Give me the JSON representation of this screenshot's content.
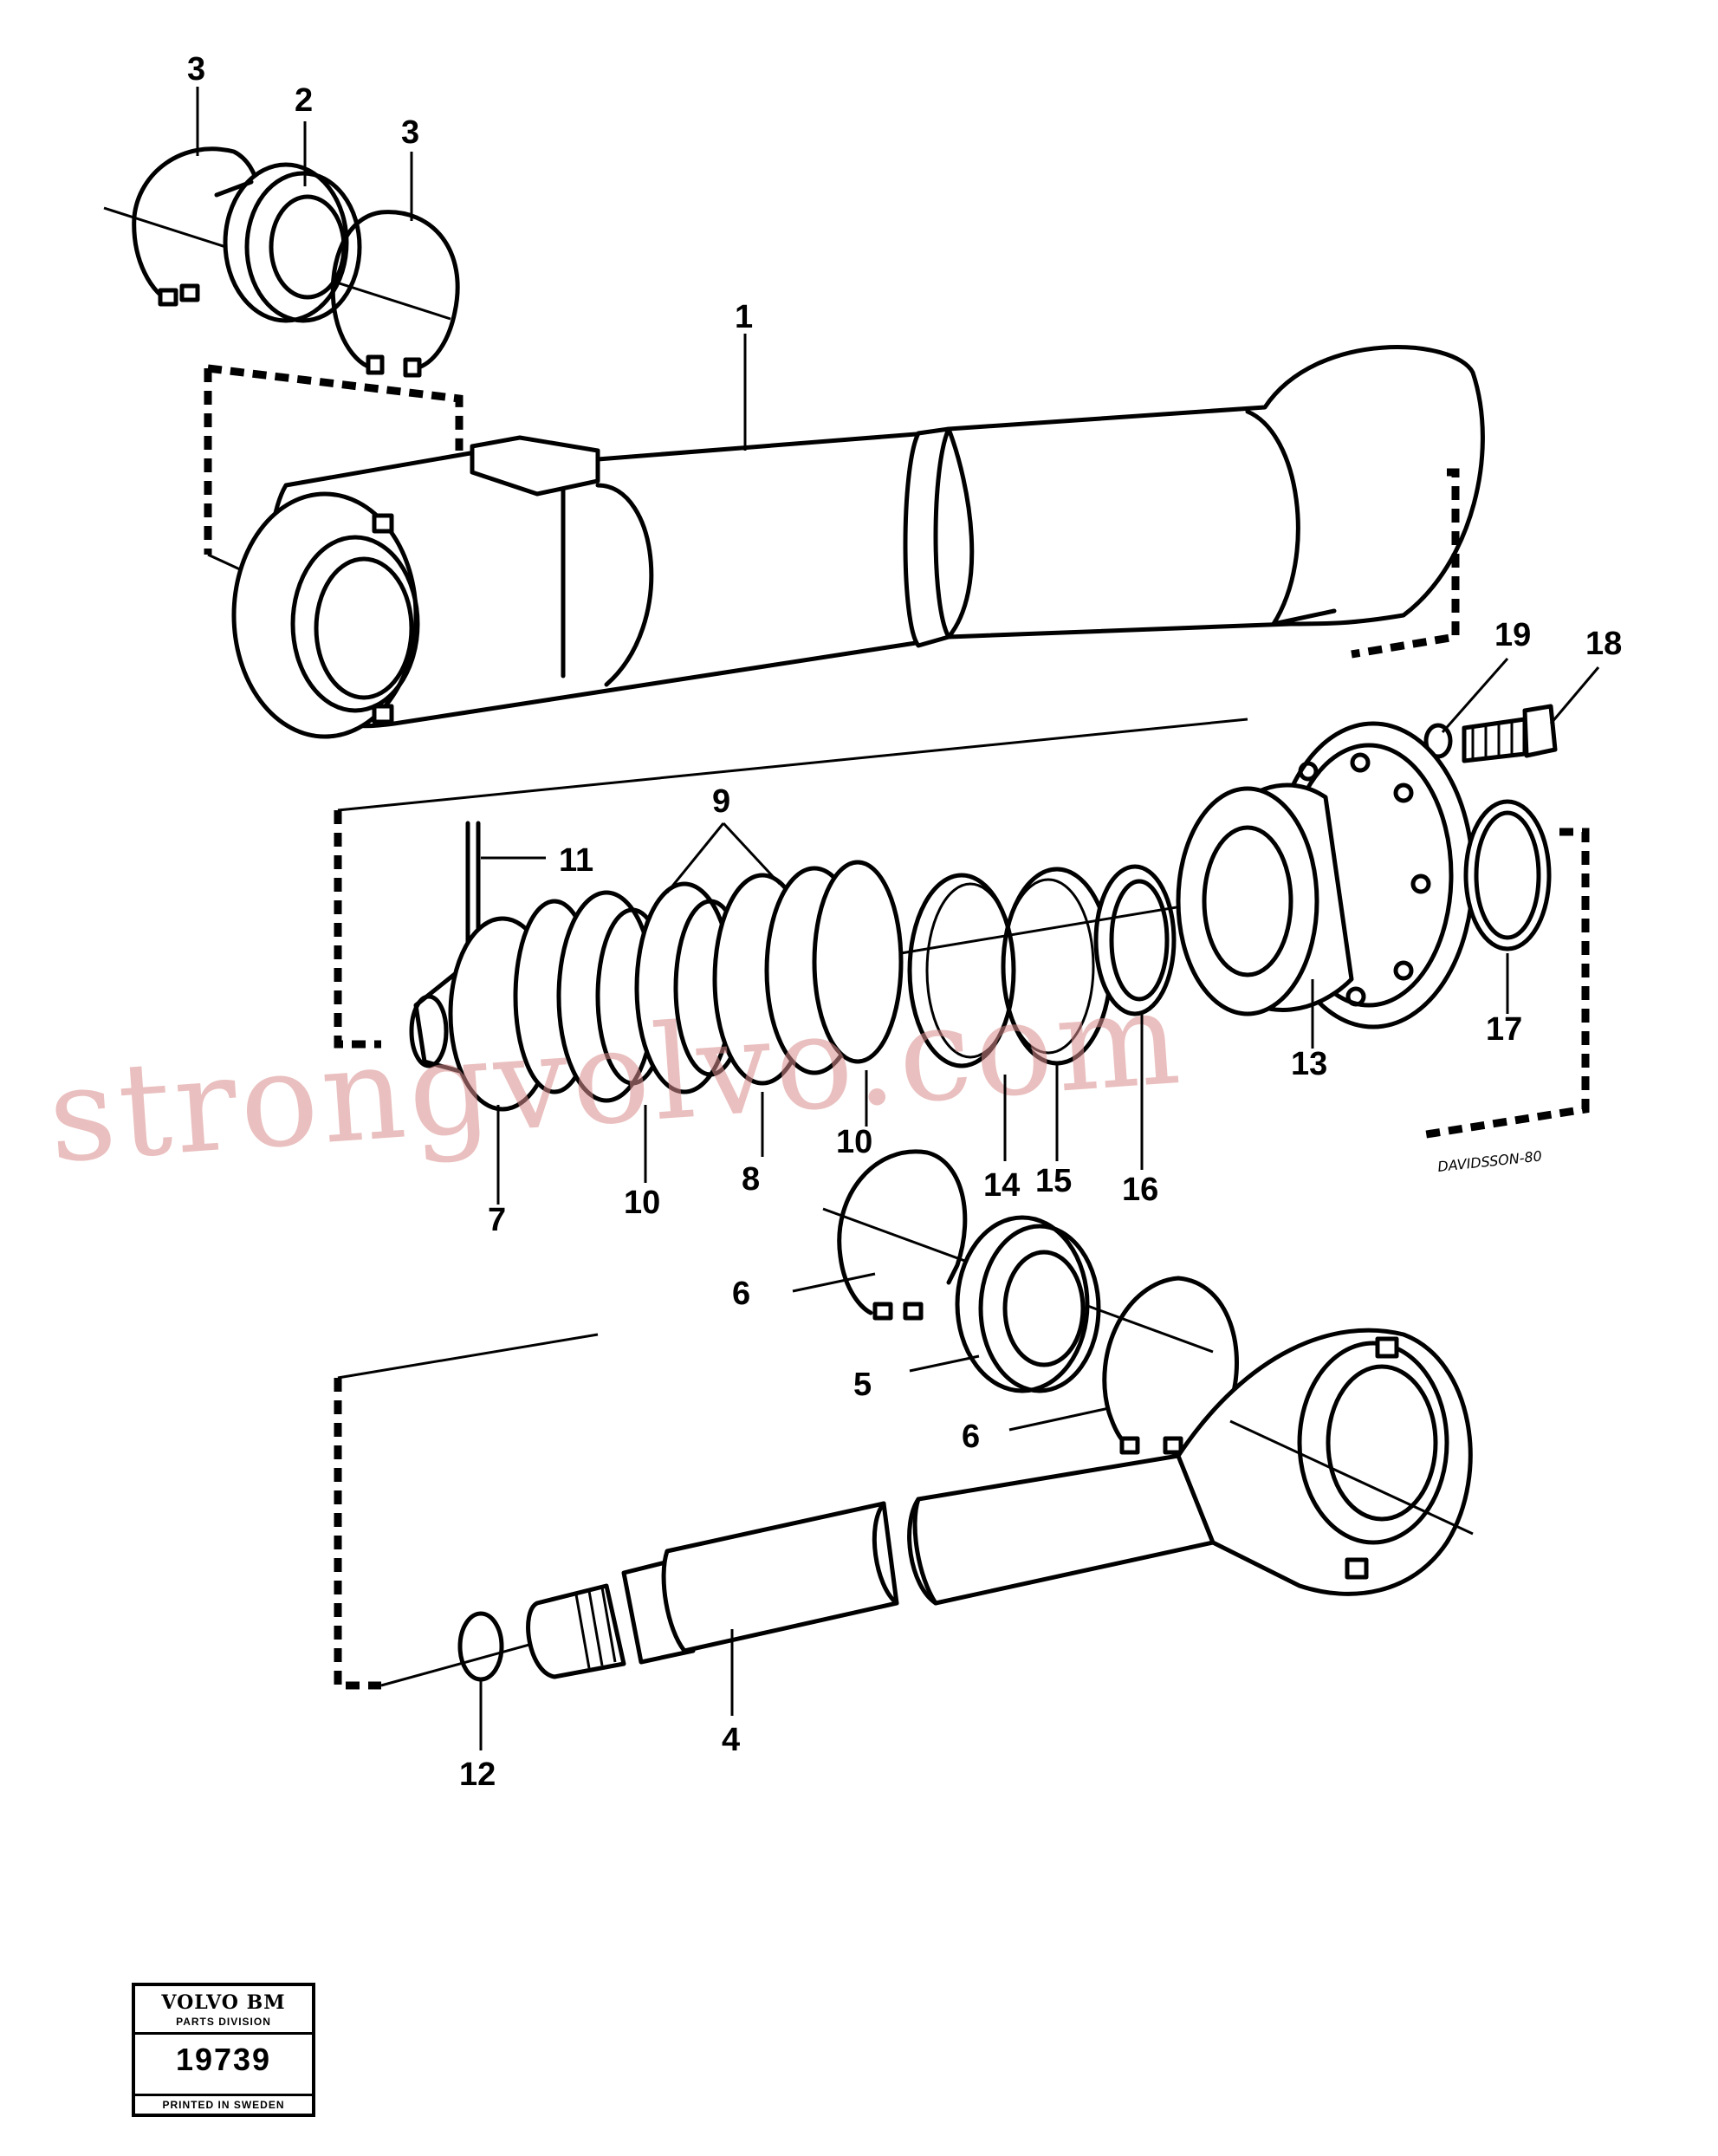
{
  "callouts": [
    "1",
    "2",
    "3",
    "3",
    "4",
    "5",
    "6",
    "6",
    "7",
    "8",
    "9",
    "10",
    "10",
    "11",
    "12",
    "13",
    "14",
    "15",
    "16",
    "17",
    "18",
    "19"
  ],
  "watermark": "strongvolvo.com",
  "signature": "DAVIDSSON-80",
  "stamp": {
    "brand": "VOLVO BM",
    "division": "PARTS DIVISION",
    "number": "19739",
    "footer": "PRINTED IN SWEDEN"
  }
}
